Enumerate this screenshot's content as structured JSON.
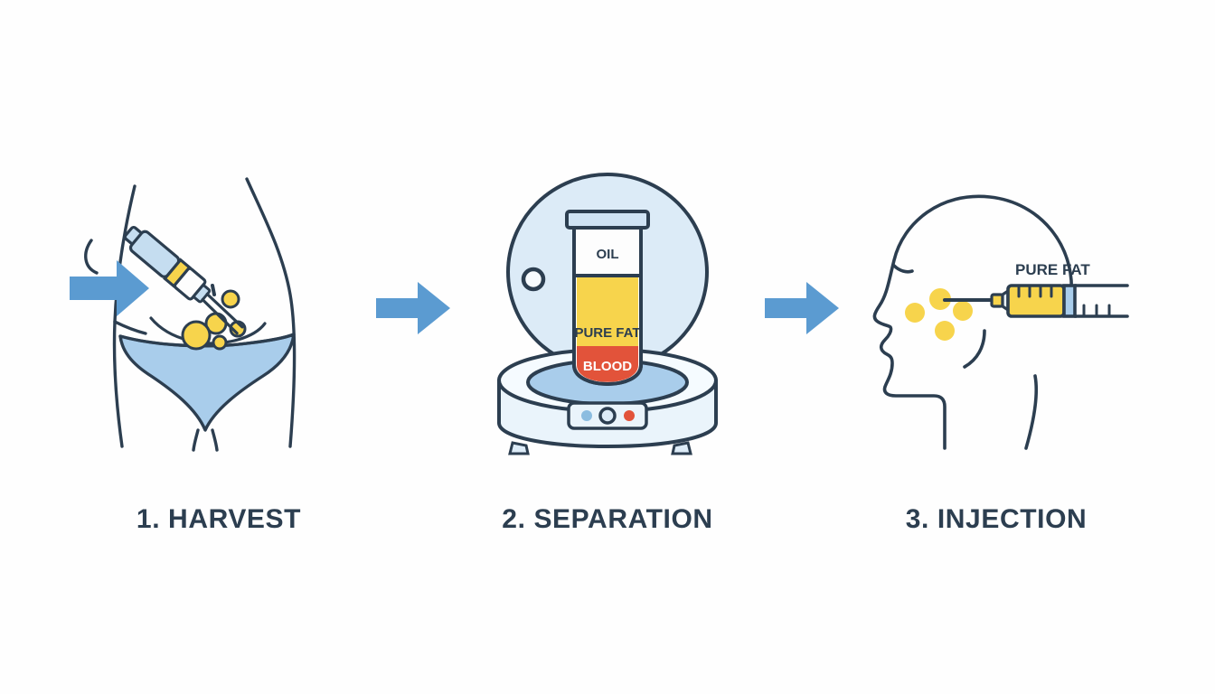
{
  "figure": {
    "background_color": "#fefefe",
    "ink_color": "#2c3e50",
    "accent_blue": "#5b9bd1",
    "light_blue": "#a9cdeb",
    "pale_blue": "#dcebf7",
    "fat_yellow": "#f7d44c",
    "blood_red": "#e2533a"
  },
  "steps": [
    {
      "caption": "1. HARVEST",
      "art_name": "abdomen-liposuction-illustration",
      "elements": {
        "cannula_label": "cannula-syringe",
        "body_label": "female-torso-outline",
        "garment_label": "bikini-bottom",
        "fat_globules": 6
      }
    },
    {
      "caption": "2. SEPARATION",
      "art_name": "centrifuge-illustration",
      "tube_layers": [
        {
          "label": "OIL",
          "color": "#fcfcfc",
          "text_color": "#2c3e50"
        },
        {
          "label": "PURE FAT",
          "color": "#f7d44c",
          "text_color": "#2c3e50"
        },
        {
          "label": "BLOOD",
          "color": "#e2533a",
          "text_color": "#ffffff"
        }
      ],
      "control_buttons": [
        {
          "name": "power-indicator-blue",
          "color": "#8cbde0"
        },
        {
          "name": "dial-knob",
          "color": "#dcebf7"
        },
        {
          "name": "stop-indicator-red",
          "color": "#e2533a"
        }
      ]
    },
    {
      "caption": "3. INJECTION",
      "art_name": "facial-injection-illustration",
      "syringe_label": "PURE FAT",
      "elements": {
        "head_label": "head-profile-outline",
        "syringe_label_name": "fat-filled-syringe",
        "cheek_deposits": 4
      }
    }
  ],
  "arrows": [
    {
      "name": "flow-arrow-1",
      "direction": "right"
    },
    {
      "name": "flow-arrow-2",
      "direction": "right"
    }
  ]
}
